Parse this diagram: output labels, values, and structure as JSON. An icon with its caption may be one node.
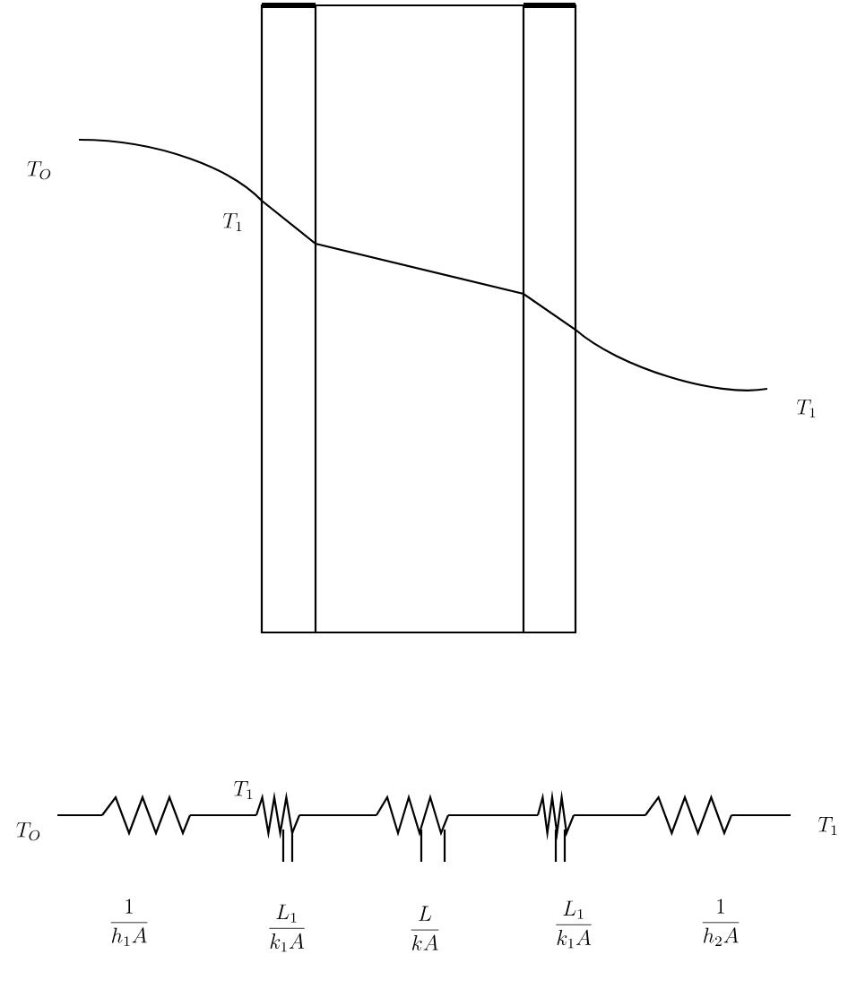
{
  "diagram": {
    "labels": [
      "T_O",
      "T_1",
      "T_1",
      "T_O",
      "T_1",
      "T_1",
      "\\frac{1}{h_1 A}",
      "\\frac{L_1}{k_1 A}",
      "\\frac{L}{k A}",
      "\\frac{L_1}{k_1 A}",
      "\\frac{1}{h_2 A}"
    ]
  }
}
